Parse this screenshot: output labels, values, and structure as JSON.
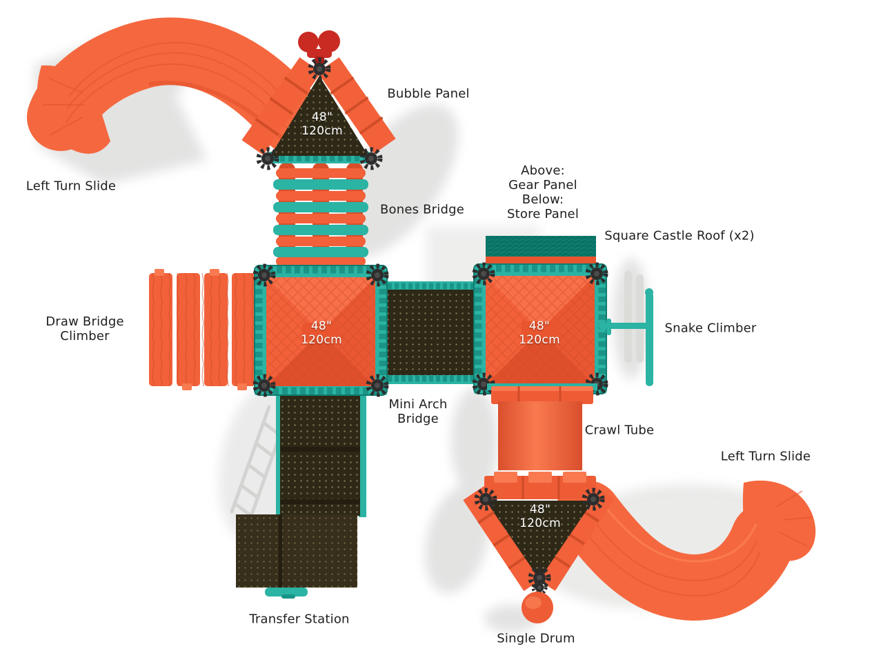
{
  "annotations": {
    "bubble_panel": "Bubble Panel",
    "left_turn_slide_top": "Left Turn Slide",
    "panel_callout": "Above:\nGear Panel\nBelow:\nStore Panel",
    "bones_bridge": "Bones Bridge",
    "square_castle_roof": "Square Castle Roof (x2)",
    "draw_bridge_climber": "Draw Bridge\nClimber",
    "snake_climber": "Snake Climber",
    "mini_arch_bridge": "Mini Arch\nBridge",
    "crawl_tube": "Crawl Tube",
    "left_turn_slide_bottom": "Left Turn Slide",
    "transfer_station": "Transfer Station",
    "single_drum": "Single Drum"
  },
  "deck_heights": {
    "inches": "48\"",
    "cm": "120cm"
  },
  "colors": {
    "slide_orange": "#f5683f",
    "structure_orange": "#f2613a",
    "orange_dark": "#d84e2a",
    "orange_light": "#f97a50",
    "structure_teal": "#2bb3a3",
    "teal_dark": "#189587",
    "dark_teal_roof": "#0c7c6e",
    "panel_brown": "#2e2817",
    "bubble_red": "#c92b22",
    "drum_orange": "#ee5c36",
    "shadow_gray": "#dcdcdb",
    "label_color": "#1e1e1e"
  }
}
